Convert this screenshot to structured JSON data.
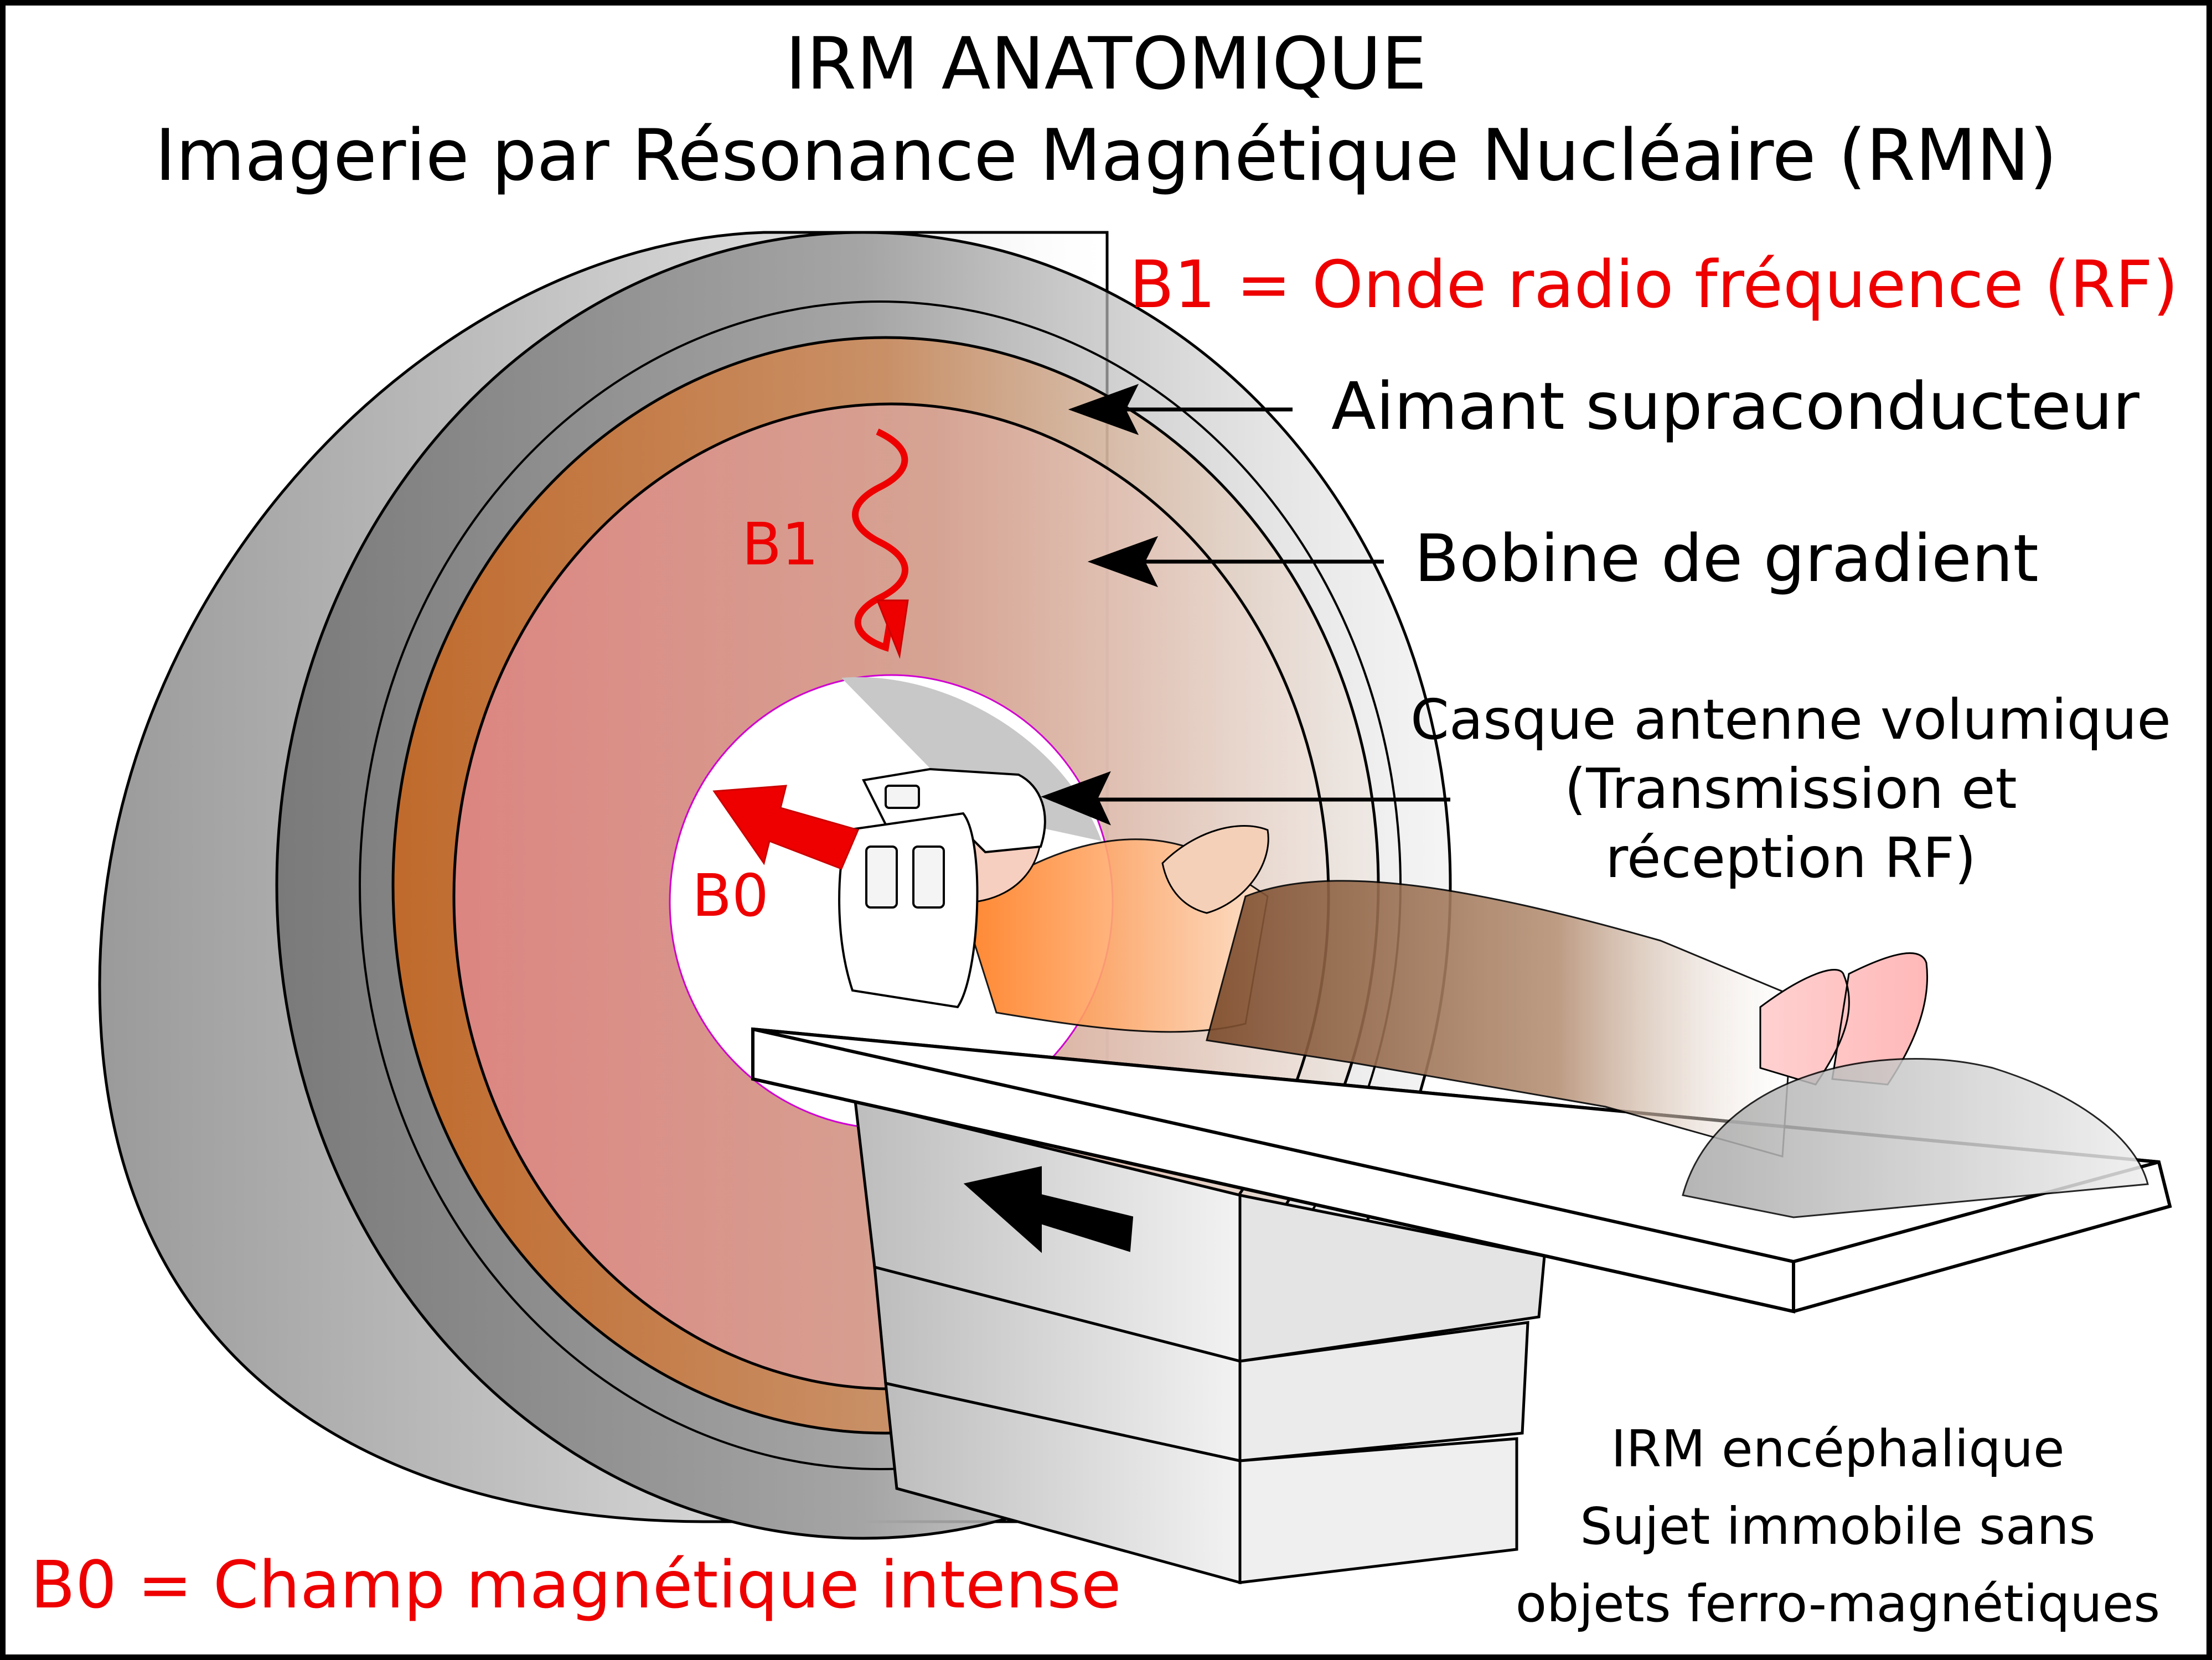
{
  "title": {
    "line1": "IRM ANATOMIQUE",
    "line2": "Imagerie par Résonance Magnétique Nucléaire (RMN)"
  },
  "legend": {
    "b1": "B1 = Onde radio fréquence (RF)",
    "b0": "B0 = Champ magnétique intense"
  },
  "labels": {
    "aimant": "Aimant supraconducteur",
    "bobine": "Bobine de gradient",
    "casque": {
      "line1": "Casque antenne volumique",
      "line2": "(Transmission et",
      "line3": "réception RF)"
    },
    "b1_marker": "B1",
    "b0_marker": "B0"
  },
  "notes": {
    "line1": "IRM encéphalique",
    "line2": "Sujet immobile sans",
    "line3": "objets ferro-magnétiques"
  },
  "colors": {
    "accent_red": "#ee0000",
    "gradient_coil": "#c8733a",
    "bore": "#d98a80",
    "magnet_grey": "#a8a8a8"
  }
}
